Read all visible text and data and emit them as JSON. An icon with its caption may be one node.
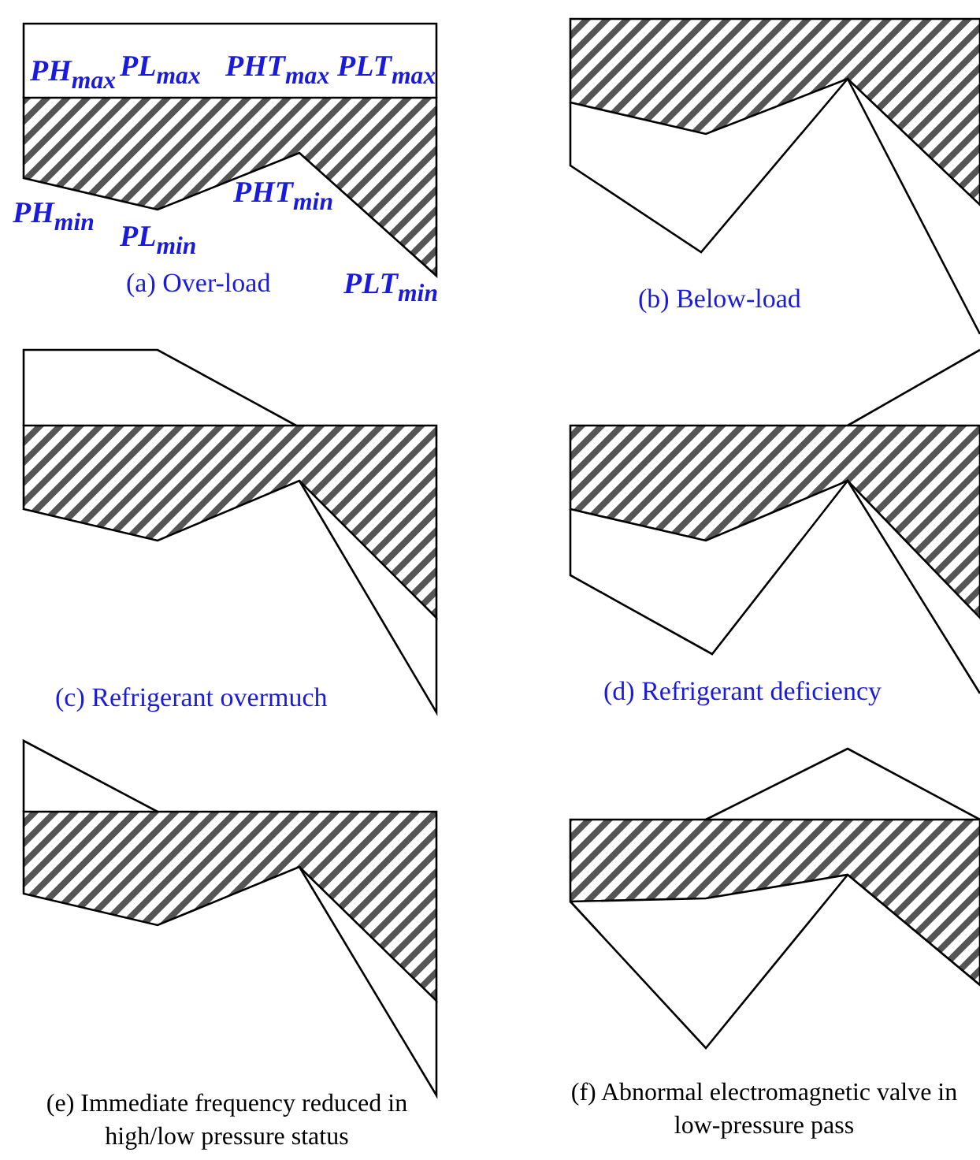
{
  "diagram": {
    "labels": [
      "PH$_{max}$",
      "PL$_{max}$",
      "PHT$_{max}$",
      "PLT$_{max}$",
      "PH$_{min}$",
      "PL$_{min}$",
      "PHT$_{min}$",
      "(a)  Over-load",
      "PLT$_{min}$",
      "(b) Below-load",
      "(c)    Refrigerant overmuch",
      "(d) Refrigerant deficiency",
      "(e) Immediate frequency reduced in high/low pressure status",
      "(f) Abnormal electromagnetic valve in low-pressure pass"
    ]
  }
}
